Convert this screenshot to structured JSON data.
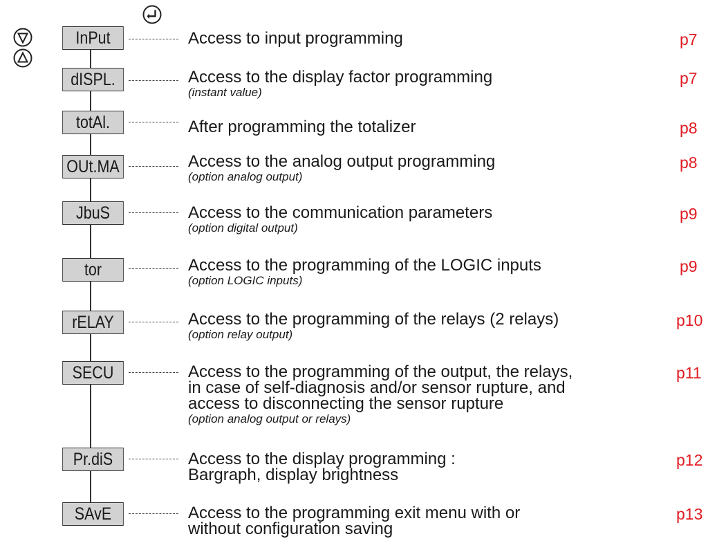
{
  "icons": {
    "enter": "enter-return-icon",
    "down": "down-triangle-icon",
    "up": "up-triangle-icon"
  },
  "menu": [
    {
      "key": "InPut",
      "text": "Access to input programming",
      "sub": "",
      "page": "p7"
    },
    {
      "key": "dISPL.",
      "text": "Access to the display factor programming",
      "sub": "(instant value)",
      "page": "p7"
    },
    {
      "key": "totAl.",
      "text": "After programming the totalizer",
      "sub": "",
      "page": "p8"
    },
    {
      "key": "OUt.MA",
      "text": "Access to the analog output programming",
      "sub": "(option analog output)",
      "page": "p8"
    },
    {
      "key": "JbuS",
      "text": "Access to the communication parameters",
      "sub": "(option digital output)",
      "page": "p9"
    },
    {
      "key": "tor",
      "text": "Access to the programming of the LOGIC inputs",
      "sub": "(option LOGIC inputs)",
      "page": "p9"
    },
    {
      "key": "rELAY",
      "text": "Access to the programming of the relays (2 relays)",
      "sub": "(option relay output)",
      "page": "p10"
    },
    {
      "key": "SECU",
      "text": "Access to the programming of the output, the relays,\nin case of self-diagnosis and/or sensor rupture, and\naccess to disconnecting the sensor rupture",
      "sub": "(option analog output or relays)",
      "page": "p11"
    },
    {
      "key": "Pr.diS",
      "text": "Access to the display programming :\nBargraph, display brightness",
      "sub": "",
      "page": "p12"
    },
    {
      "key": "SAvE",
      "text": "Access to the programming exit menu with or\nwithout configuration saving",
      "sub": "",
      "page": "p13"
    }
  ]
}
